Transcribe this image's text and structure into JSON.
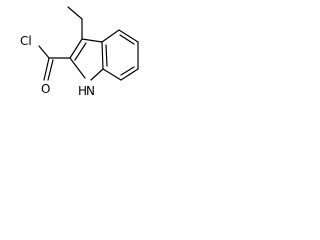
{
  "molecule": {
    "atom_labels": {
      "chlorine": "Cl",
      "oxygen": "O",
      "nitrogen_h": "H",
      "nitrogen_n": "N"
    }
  }
}
